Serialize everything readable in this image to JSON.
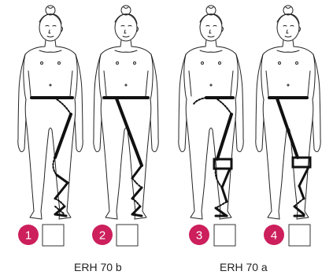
{
  "figures": [
    {
      "number": "1",
      "pattern": "ERH 70 b variant 1",
      "checked": false
    },
    {
      "number": "2",
      "pattern": "ERH 70 b variant 2",
      "checked": false
    },
    {
      "number": "3",
      "pattern": "ERH 70 a variant 1",
      "checked": false
    },
    {
      "number": "4",
      "pattern": "ERH 70 a variant 2",
      "checked": false
    }
  ],
  "group_labels": {
    "left": "ERH 70 b",
    "right": "ERH 70 a"
  },
  "colors": {
    "badge": "#cc1f5c",
    "badge_text": "#ffffff",
    "outline": "#222222",
    "strap": "#111111"
  }
}
